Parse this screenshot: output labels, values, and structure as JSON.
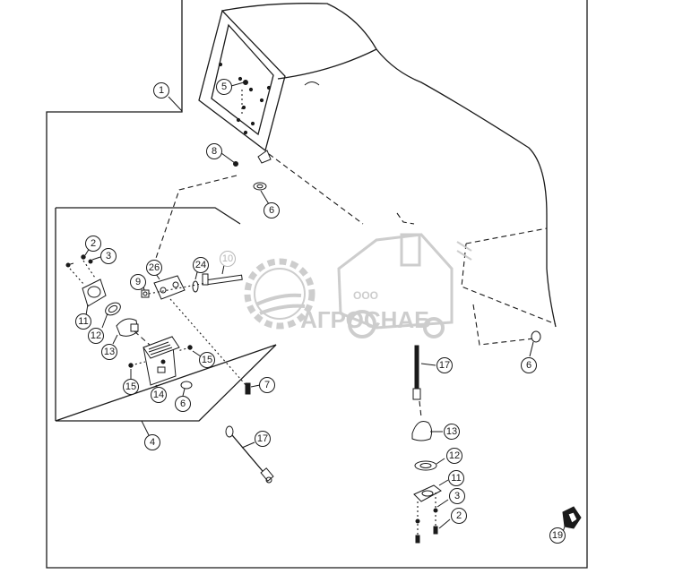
{
  "callouts": {
    "c1": "1",
    "c2a": "2",
    "c2b": "2",
    "c3a": "3",
    "c3b": "3",
    "c4": "4",
    "c5": "5",
    "c6a": "6",
    "c6b": "6",
    "c6c": "6",
    "c7": "7",
    "c8": "8",
    "c9": "9",
    "c10": "10",
    "c11a": "11",
    "c11b": "11",
    "c12a": "12",
    "c12b": "12",
    "c13a": "13",
    "c13b": "13",
    "c14": "14",
    "c15a": "15",
    "c15b": "15",
    "c17a": "17",
    "c17b": "17",
    "c19": "19",
    "c24": "24",
    "c26": "26"
  },
  "watermark": {
    "prefix": "ООО",
    "name": "АГРОСНАБ"
  },
  "colors": {
    "line": "#1a1a1a",
    "background": "#ffffff",
    "watermark": "#c8c8c8"
  }
}
